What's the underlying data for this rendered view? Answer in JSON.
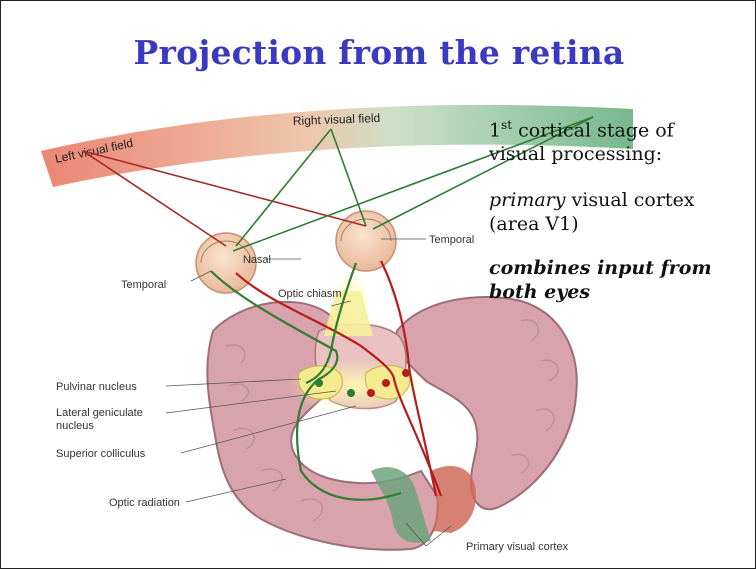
{
  "slide": {
    "title": "Projection from the retina",
    "side_text": {
      "p1_pre": "1",
      "p1_sup": "st",
      "p1_line1_rest": " cortical stage of",
      "p1_line2": "visual processing:",
      "p2_italic": "primary",
      "p2_rest": " visual cortex",
      "p2_line2": "(area V1)",
      "p3_line1": "combines input from",
      "p3_line2": "both eyes"
    }
  },
  "diagram": {
    "labels": {
      "left_visual_field": "Left visual field",
      "right_visual_field": "Right visual field",
      "temporal_right": "Temporal",
      "nasal": "Nasal",
      "temporal_left": "Temporal",
      "optic_chiasm": "Optic chiasm",
      "pulvinar": "Pulvinar nucleus",
      "lgn_line1": "Lateral geniculate",
      "lgn_line2": "nucleus",
      "superior_colliculus": "Superior colliculus",
      "optic_radiation": "Optic radiation",
      "primary_visual_cortex": "Primary visual cortex"
    },
    "colors": {
      "left_field": "#e8806a",
      "right_field": "#79b98a",
      "green_pathway": "#2e7d32",
      "red_pathway": "#b71c1c",
      "brain_tissue": "#d7a5ab",
      "brain_outline": "#9c6e79",
      "highlight": "#f4f0a0"
    }
  }
}
